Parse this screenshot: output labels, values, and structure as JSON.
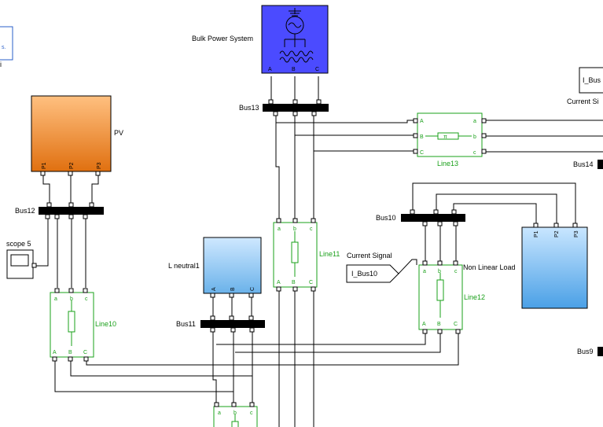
{
  "blocks": {
    "bulk_power_system": {
      "label": "Bulk Power System",
      "ports": [
        "A",
        "B",
        "C"
      ],
      "color": "#4b4bff"
    },
    "pv": {
      "label": "PV",
      "ports": [
        "P1",
        "P2",
        "P3"
      ],
      "color_top": "#ffc080",
      "color_bottom": "#e07010"
    },
    "l_neutral1": {
      "label": "L neutral1",
      "ports": [
        "A",
        "B",
        "C"
      ],
      "color_top": "#cfe8ff",
      "color_bottom": "#6ab2ea"
    },
    "non_linear_load": {
      "label": "Non Linear Load",
      "ports": [
        "P1",
        "P2",
        "P3"
      ],
      "color_top": "#c9e6ff",
      "color_bottom": "#4aa0e6"
    },
    "scope5": {
      "label": "scope 5"
    },
    "current_signal_bus10": {
      "label": "Current Signal",
      "value": "I_Bus10"
    },
    "current_signal_right": {
      "label": "Current Si",
      "value": "I_Bus"
    }
  },
  "lines": {
    "line10": {
      "label": "Line10",
      "top_ports": [
        "a",
        "b",
        "c"
      ],
      "bottom_ports": [
        "A",
        "B",
        "C"
      ]
    },
    "line11": {
      "label": "Line11",
      "top_ports": [
        "a",
        "b",
        "c"
      ],
      "bottom_ports": [
        "A",
        "B",
        "C"
      ]
    },
    "line12": {
      "label": "Line12",
      "top_ports": [
        "a",
        "b",
        "c"
      ],
      "bottom_ports": [
        "A",
        "B",
        "C"
      ]
    },
    "line13": {
      "label": "Line13",
      "left_ports": [
        "A",
        "B",
        "C"
      ],
      "right_ports": [
        "a",
        "b",
        "c"
      ]
    },
    "line_bottom": {
      "top_ports": [
        "a",
        "b",
        "c"
      ]
    }
  },
  "buses": {
    "bus9": "Bus9",
    "bus10": "Bus10",
    "bus11": "Bus11",
    "bus12": "Bus12",
    "bus13": "Bus13",
    "bus14": "Bus14"
  },
  "topleft_fragment": {
    "line1": "s.",
    "line2": "i"
  },
  "pi_symbol": "π",
  "wire_color": "#000000",
  "line_color": "#1aa01a"
}
